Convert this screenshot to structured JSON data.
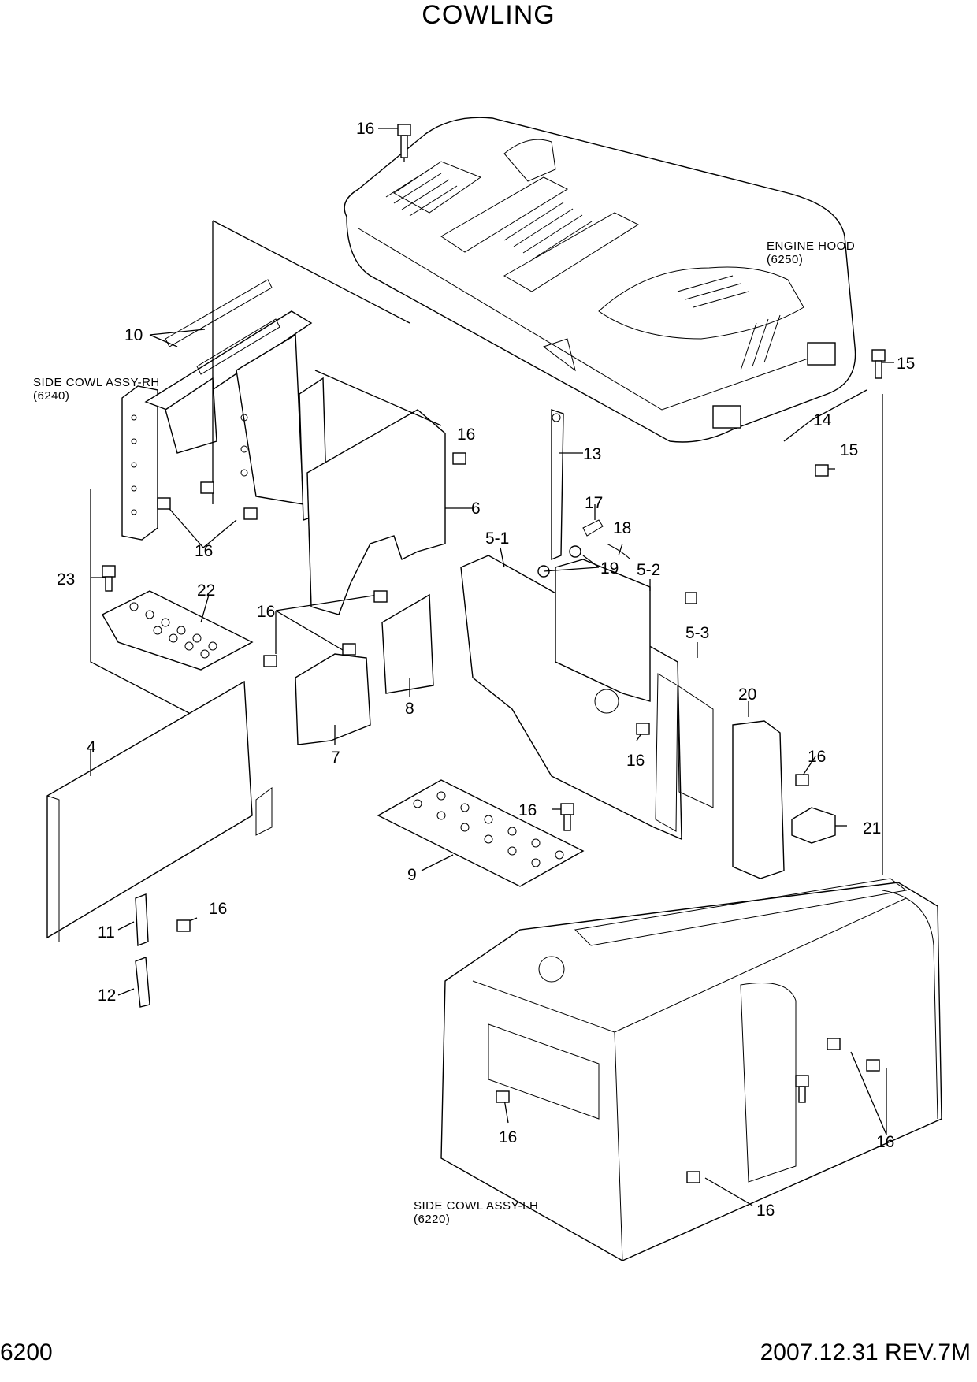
{
  "title": "COWLING",
  "footer": {
    "page_number": "6200",
    "revision": "2007.12.31  REV.7M"
  },
  "assemblies": {
    "engine_hood": [
      "ENGINE HOOD",
      "(6250)"
    ],
    "side_cowl_rh": [
      "SIDE COWL ASSY-RH",
      "(6240)"
    ],
    "side_cowl_lh": [
      "SIDE COWL ASSY-LH",
      "(6220)"
    ]
  },
  "callouts": {
    "c16_top": "16",
    "c15_a": "15",
    "c15_b": "15",
    "c14": "14",
    "c13": "13",
    "c10": "10",
    "c16_rh_a": "16",
    "c16_rh_b": "16",
    "c6": "6",
    "c17": "17",
    "c18": "18",
    "c19": "19",
    "c5_1": "5-1",
    "c5_2": "5-2",
    "c5_3": "5-3",
    "c23": "23",
    "c22": "22",
    "c16_mid": "16",
    "c8": "8",
    "c7": "7",
    "c20": "20",
    "c16_r1": "16",
    "c16_r2": "16",
    "c21": "21",
    "c4": "4",
    "c16_step": "16",
    "c9": "9",
    "c11": "11",
    "c16_11": "16",
    "c12": "12",
    "c16_lh_a": "16",
    "c16_lh_b": "16",
    "c16_lh_c": "16"
  }
}
